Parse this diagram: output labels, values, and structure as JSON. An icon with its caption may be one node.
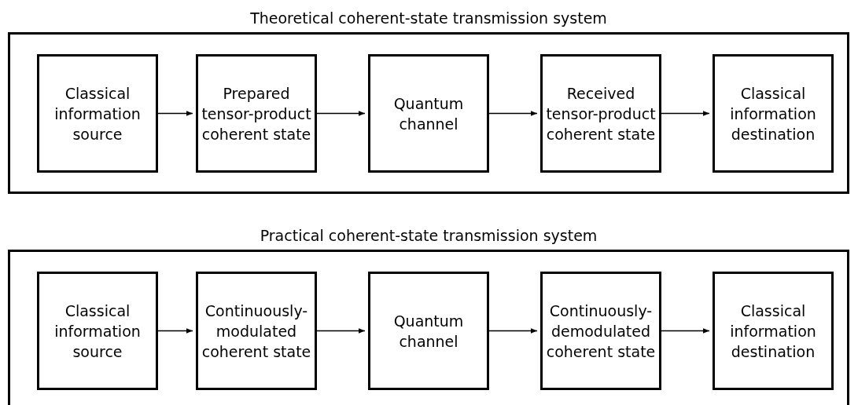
{
  "diagram": {
    "nodes": [
      {
        "text": [
          "Theoretical coherent-state transmission system"
        ]
      },
      {
        "text": [
          "Classical information source"
        ],
        "in": 0
      },
      {
        "text": [
          "Prepared tensor-product coherent state"
        ],
        "in": 0
      },
      {
        "text": [
          "Quantum channel"
        ],
        "in": 0
      },
      {
        "text": [
          "Received tensor-product coherent state"
        ],
        "in": 0
      },
      {
        "text": [
          "Classical information destination"
        ],
        "in": 0
      },
      {
        "text": [
          "Practical coherent-state transmission system"
        ]
      },
      {
        "text": [
          "Classical information source"
        ],
        "in": 6
      },
      {
        "text": [
          "Continuously-modulated coherent state"
        ],
        "in": 6
      },
      {
        "text": [
          "Quantum channel"
        ],
        "in": 6
      },
      {
        "text": [
          "Continuously-demodulated coherent state"
        ],
        "in": 6
      },
      {
        "text": [
          "Classical information destination"
        ],
        "in": 6
      }
    ],
    "edges": [
      {
        "from": 1,
        "to": 2,
        "arrow": "to"
      },
      {
        "from": 2,
        "to": 3,
        "arrow": "to"
      },
      {
        "from": 3,
        "to": 4,
        "arrow": "to"
      },
      {
        "from": 4,
        "to": 5,
        "arrow": "to"
      },
      {
        "from": 7,
        "to": 8,
        "arrow": "to"
      },
      {
        "from": 8,
        "to": 9,
        "arrow": "to"
      },
      {
        "from": 9,
        "to": 10,
        "arrow": "to"
      },
      {
        "from": 10,
        "to": 11,
        "arrow": "to"
      }
    ]
  }
}
